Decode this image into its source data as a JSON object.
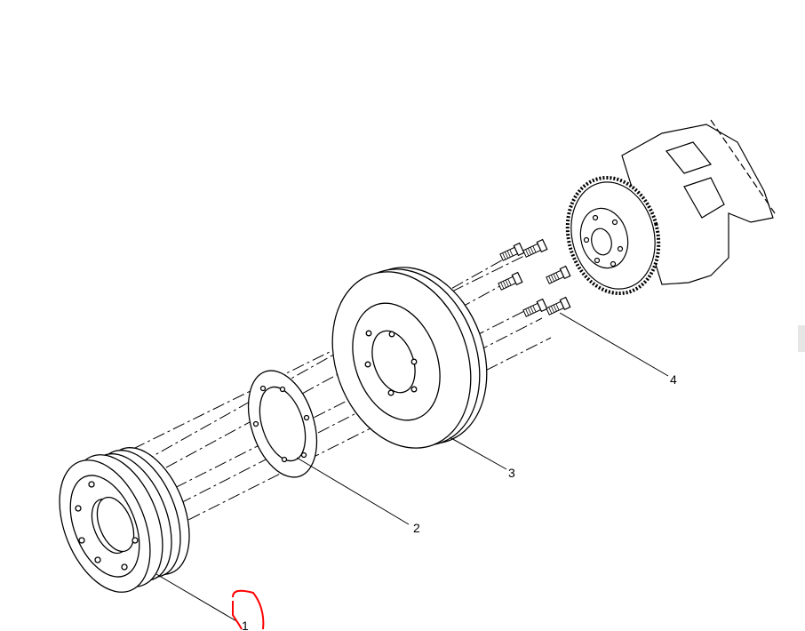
{
  "diagram": {
    "callouts": [
      {
        "id": "1",
        "text": "1"
      },
      {
        "id": "2",
        "text": "2"
      },
      {
        "id": "3",
        "text": "3"
      },
      {
        "id": "4",
        "text": "4"
      }
    ],
    "parts": [
      "pulley",
      "spacer",
      "damper",
      "bolts",
      "crankshaft-gear"
    ]
  },
  "colors": {
    "line": "#000000",
    "background": "#ffffff",
    "annotation": "#ff0000"
  }
}
